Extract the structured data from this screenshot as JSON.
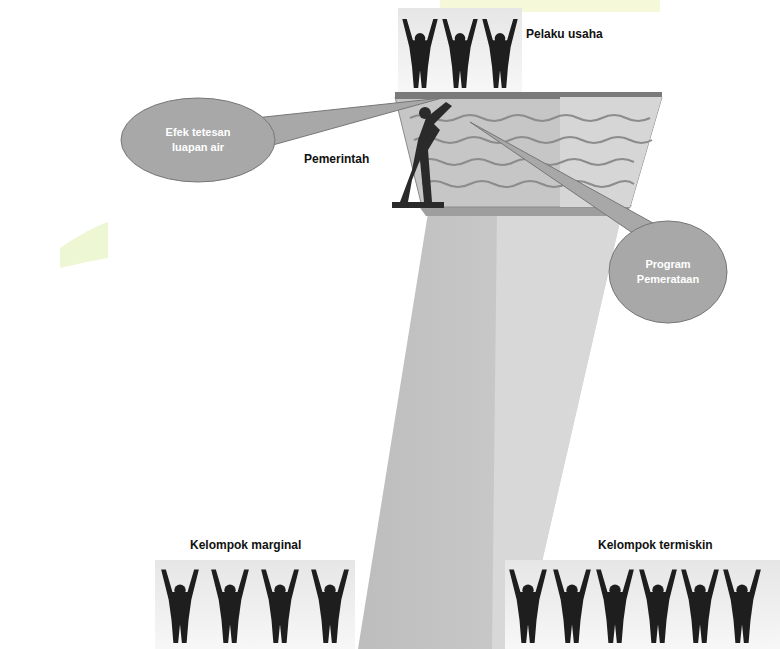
{
  "diagram": {
    "nodes": [
      {
        "text": [
          "Efek tetesan luapan air"
        ]
      },
      {
        "text": [
          "Program Pemerataan"
        ]
      }
    ],
    "labels": [
      "Pelaku usaha",
      "Pemerintah",
      "Kelompok marginal",
      "Kelompok termiskin"
    ]
  }
}
